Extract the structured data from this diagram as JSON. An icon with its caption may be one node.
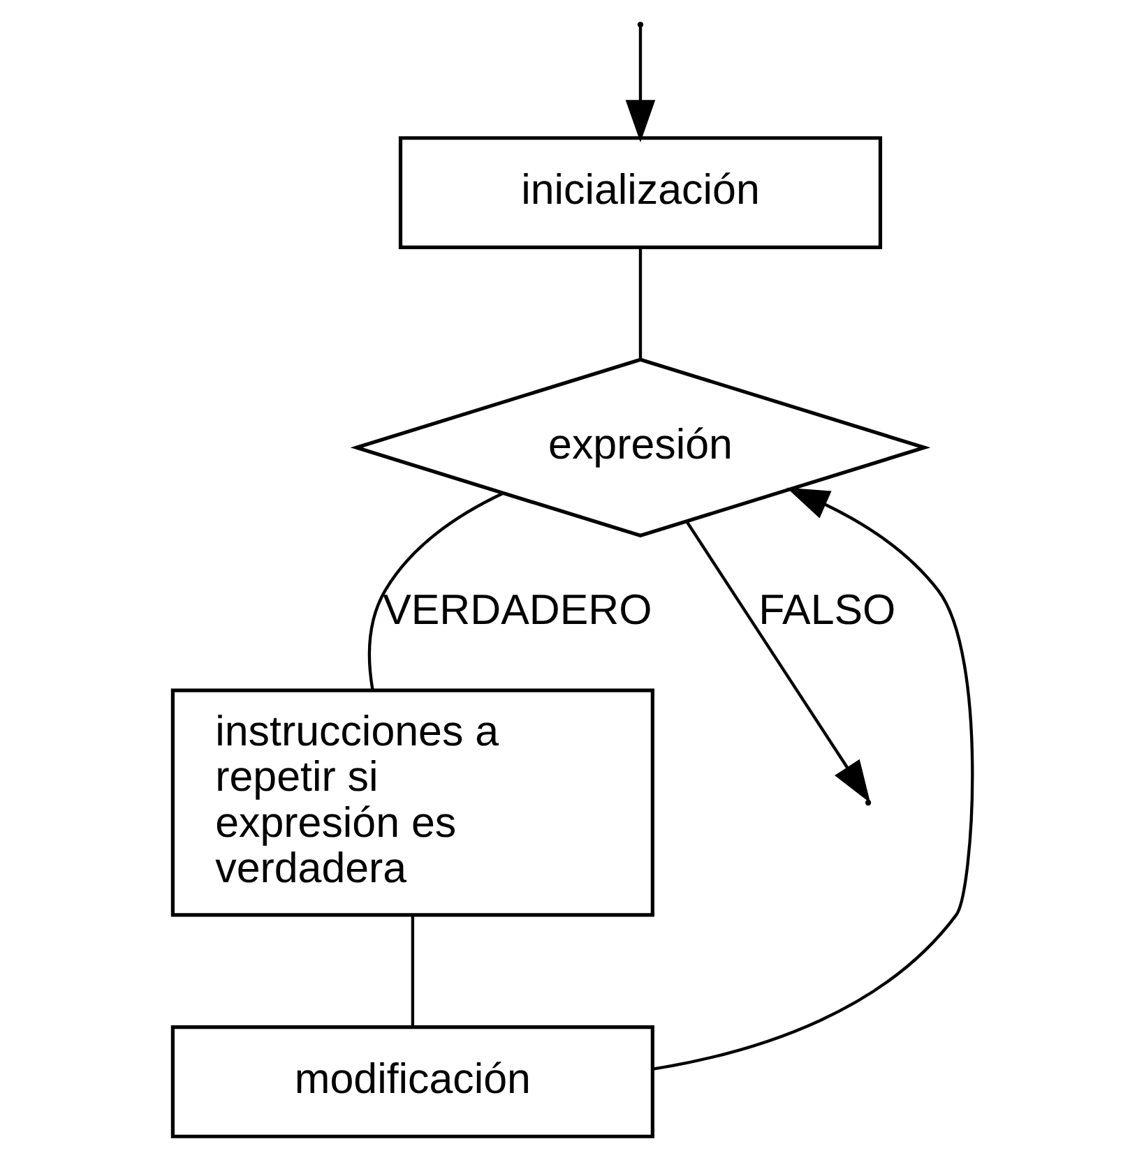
{
  "diagram": {
    "nodes": [
      {
        "text": [
          "inicialización"
        ]
      },
      {
        "text": [
          "expresión"
        ]
      },
      {
        "text": [
          "instrucciones a repetir si expresión es verdadera"
        ]
      },
      {
        "text": [
          "modificación"
        ]
      }
    ],
    "edges": [
      {
        "from": null,
        "to": 0,
        "arrow": "to"
      },
      {
        "from": 0,
        "to": 1,
        "arrow": "none"
      },
      {
        "from": 1,
        "to": 2,
        "arrow": "none",
        "label": "VERDADERO"
      },
      {
        "from": 2,
        "to": 3,
        "arrow": "none"
      },
      {
        "from": 3,
        "to": 1,
        "arrow": "to"
      },
      {
        "from": 1,
        "to": null,
        "arrow": "to",
        "label": "FALSO"
      }
    ]
  }
}
